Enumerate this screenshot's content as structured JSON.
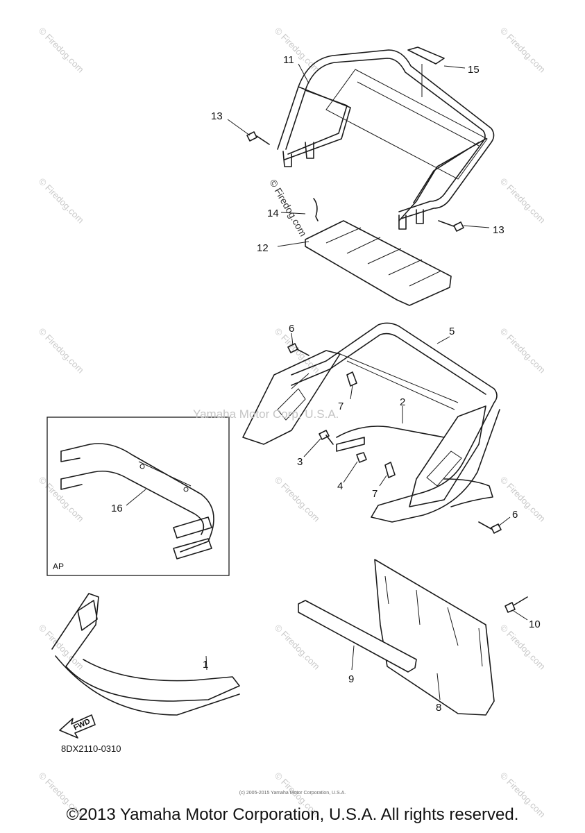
{
  "diagram": {
    "callouts": {
      "c1": "1",
      "c2": "2",
      "c3": "3",
      "c4": "4",
      "c5": "5",
      "c6a": "6",
      "c6b": "6",
      "c7a": "7",
      "c7b": "7",
      "c8": "8",
      "c9": "9",
      "c10": "10",
      "c11": "11",
      "c12": "12",
      "c13a": "13",
      "c13b": "13",
      "c14": "14",
      "c15": "15",
      "c16": "16"
    },
    "inset_label": "AP",
    "fwd_label": "FWD",
    "diagram_code": "8DX2110-0310",
    "center_watermark": "Yamaha Motor Corp, U.S.A.",
    "firedog_mark": "© Firedog.com",
    "watermark_text": "© Firedog.com"
  },
  "footer": {
    "tiny_copyright": "(c) 2005-2015 Yamaha Motor Corporation, U.S.A.",
    "copyright": "©2013 Yamaha Motor Corporation, U.S.A. All rights reserved."
  }
}
